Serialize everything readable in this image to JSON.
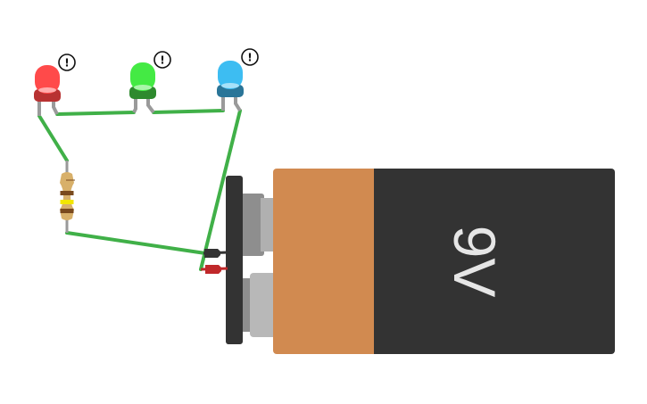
{
  "workspace": {
    "background": "#ffffff"
  },
  "leds": [
    {
      "color_name": "red",
      "body": "#ff4a4a",
      "base": "#b83232",
      "warning_icon": "exclamation-icon",
      "warning_text": "!"
    },
    {
      "color_name": "green",
      "body": "#44ea44",
      "base": "#2e8a2e",
      "warning_icon": "exclamation-icon",
      "warning_text": "!"
    },
    {
      "color_name": "blue",
      "body": "#3dbdf2",
      "base": "#2a7598",
      "warning_icon": "exclamation-icon",
      "warning_text": "!"
    }
  ],
  "resistor": {
    "body": "#d8b06a",
    "bands": [
      "#7a4a1e",
      "#f2e600",
      "#7a4a1e"
    ]
  },
  "battery": {
    "label": "9V",
    "orange": "#d18a50",
    "dark": "#333333",
    "terminal_plate": "#333333"
  },
  "wires": {
    "color": "#40b048",
    "leg_color": "#9a9a9a",
    "lead_negative": "#333333",
    "lead_positive": "#c0282a"
  }
}
